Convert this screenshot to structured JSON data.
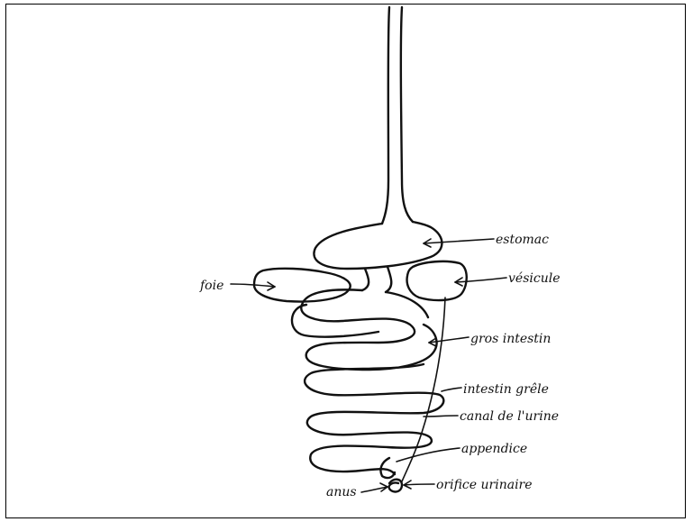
{
  "labels": {
    "estomac": "estomac",
    "foie": "foie",
    "vesicule": "vésicule",
    "gros_intestin": "gros intestin",
    "intestin_grele": "intestin grêle",
    "canal_urine": "canal de l'urine",
    "appendice": "appendice",
    "orifice_urinaire": "orifice urinaire",
    "anus": "anus"
  }
}
